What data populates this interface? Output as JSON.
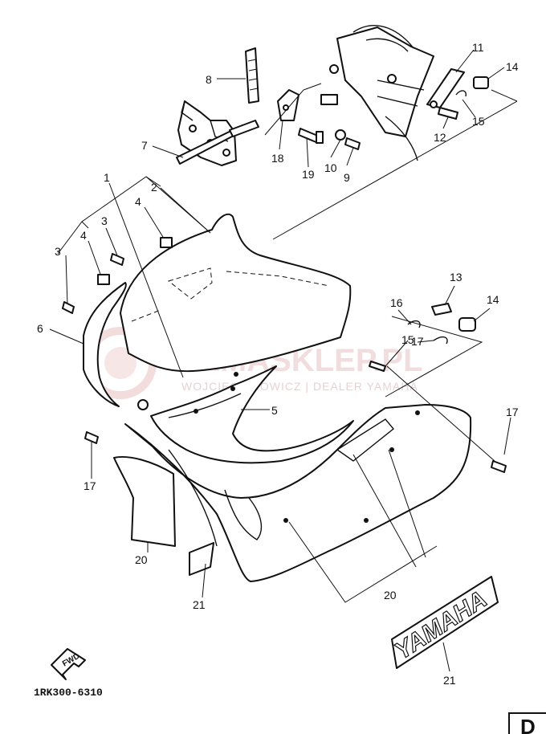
{
  "watermark": {
    "brand": "YAMASKLEP.PL",
    "tagline": "WOJCIECH KOWICZ | DEALER YAMAHA"
  },
  "callouts": [
    {
      "id": "c1",
      "text": "1"
    },
    {
      "id": "c2",
      "text": "2"
    },
    {
      "id": "c3a",
      "text": "3"
    },
    {
      "id": "c3b",
      "text": "3"
    },
    {
      "id": "c4a",
      "text": "4"
    },
    {
      "id": "c4b",
      "text": "4"
    },
    {
      "id": "c5",
      "text": "5"
    },
    {
      "id": "c6",
      "text": "6"
    },
    {
      "id": "c7",
      "text": "7"
    },
    {
      "id": "c8",
      "text": "8"
    },
    {
      "id": "c9",
      "text": "9"
    },
    {
      "id": "c10",
      "text": "10"
    },
    {
      "id": "c11",
      "text": "11"
    },
    {
      "id": "c12",
      "text": "12"
    },
    {
      "id": "c13",
      "text": "13"
    },
    {
      "id": "c14a",
      "text": "14"
    },
    {
      "id": "c14b",
      "text": "14"
    },
    {
      "id": "c15a",
      "text": "15"
    },
    {
      "id": "c15b",
      "text": "15"
    },
    {
      "id": "c16",
      "text": "16"
    },
    {
      "id": "c17a",
      "text": "17"
    },
    {
      "id": "c17b",
      "text": "17"
    },
    {
      "id": "c17c",
      "text": "17"
    },
    {
      "id": "c18",
      "text": "18"
    },
    {
      "id": "c19",
      "text": "19"
    },
    {
      "id": "c20a",
      "text": "20"
    },
    {
      "id": "c20b",
      "text": "20"
    },
    {
      "id": "c21a",
      "text": "21"
    },
    {
      "id": "c21b",
      "text": "21"
    }
  ],
  "emblem": {
    "text": "YAMAHA"
  },
  "fwd_arrow": {
    "text": "FWD"
  },
  "figure_code": "1RK300-6310",
  "corner_mark": "D"
}
